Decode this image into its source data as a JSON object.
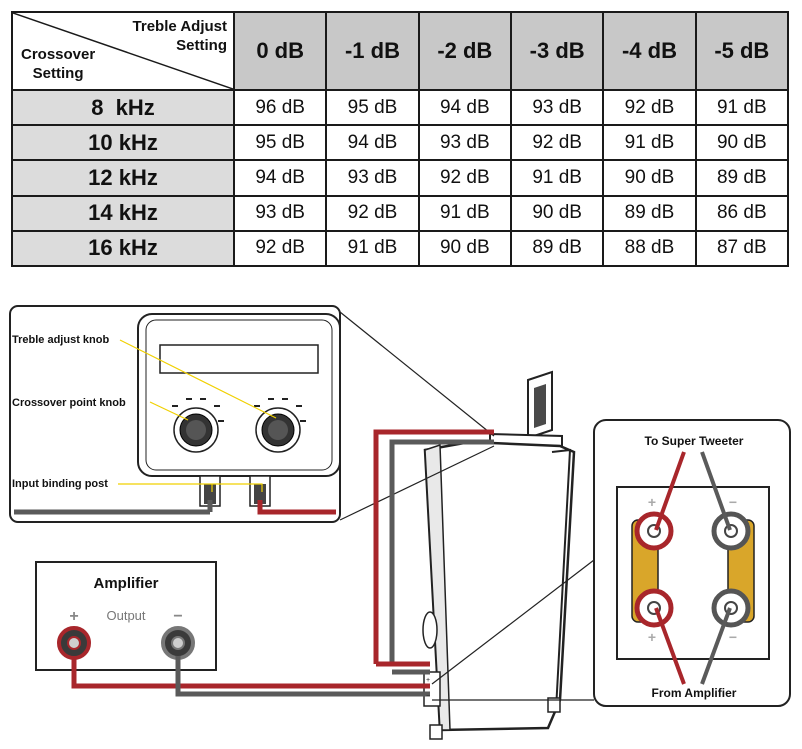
{
  "table": {
    "corner_top": [
      "Treble Adjust",
      "Setting"
    ],
    "corner_bottom": [
      "Crossover",
      "Setting"
    ],
    "columns": [
      "0 dB",
      "-1 dB",
      "-2 dB",
      "-3 dB",
      "-4 dB",
      "-5 dB"
    ],
    "rows": [
      {
        "label": "8  kHz",
        "cells": [
          "96 dB",
          "95 dB",
          "94 dB",
          "93 dB",
          "92 dB",
          "91 dB"
        ]
      },
      {
        "label": "10 kHz",
        "cells": [
          "95 dB",
          "94 dB",
          "93 dB",
          "92 dB",
          "91 dB",
          "90 dB"
        ]
      },
      {
        "label": "12 kHz",
        "cells": [
          "94 dB",
          "93 dB",
          "92 dB",
          "91 dB",
          "90 dB",
          "89 dB"
        ]
      },
      {
        "label": "14 kHz",
        "cells": [
          "93 dB",
          "92 dB",
          "91 dB",
          "90 dB",
          "89 dB",
          "86 dB"
        ]
      },
      {
        "label": "16 kHz",
        "cells": [
          "92 dB",
          "91 dB",
          "90 dB",
          "89 dB",
          "88 dB",
          "87 dB"
        ]
      }
    ]
  },
  "panel": {
    "treble_knob_label": "Treble adjust knob",
    "crossover_knob_label": "Crossover point knob",
    "input_post_label": "Input binding post"
  },
  "amplifier": {
    "title": "Amplifier",
    "output_label": "Output",
    "plus": "+",
    "minus": "−"
  },
  "terminal": {
    "top_label": "To Super Tweeter",
    "bottom_label": "From Amplifier",
    "plus": "+",
    "minus": "−"
  },
  "colors": {
    "positive_wire": "#a8262b",
    "negative_wire": "#5a5a5a",
    "bridge_gold": "#d9a62a",
    "header_gray": "#c8c8c8",
    "row_gray": "#dcdcdc"
  }
}
